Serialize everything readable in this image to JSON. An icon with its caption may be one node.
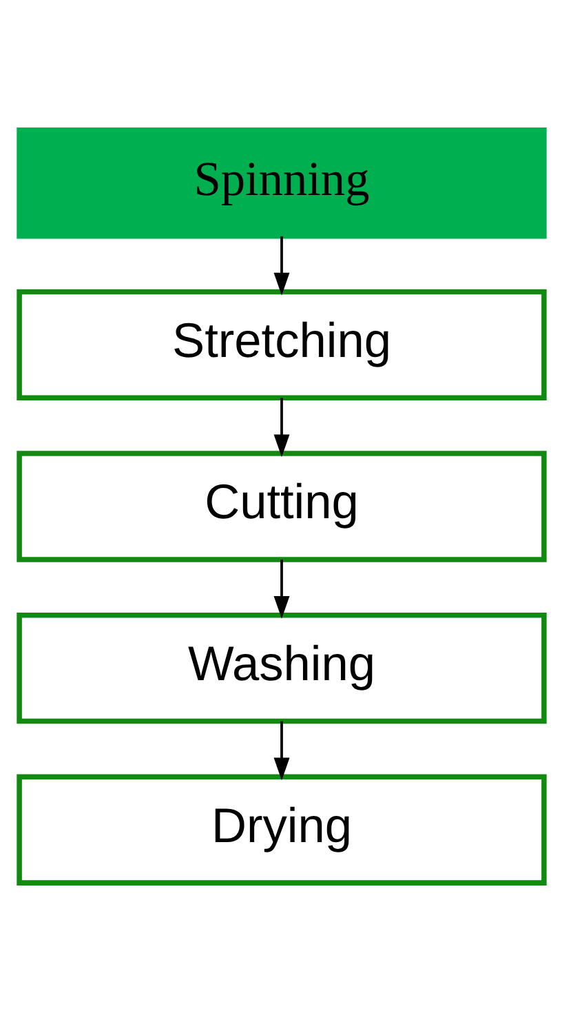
{
  "diagram": {
    "nodes": [
      {
        "text": [
          "Spinning"
        ]
      },
      {
        "text": [
          "Stretching"
        ]
      },
      {
        "text": [
          "Cutting"
        ]
      },
      {
        "text": [
          "Washing"
        ]
      },
      {
        "text": [
          "Drying"
        ]
      }
    ],
    "edges": [
      {
        "from": 0,
        "to": 1,
        "arrow": "to"
      },
      {
        "from": 1,
        "to": 2,
        "arrow": "to"
      },
      {
        "from": 2,
        "to": 3,
        "arrow": "to"
      },
      {
        "from": 3,
        "to": 4,
        "arrow": "to"
      }
    ]
  }
}
